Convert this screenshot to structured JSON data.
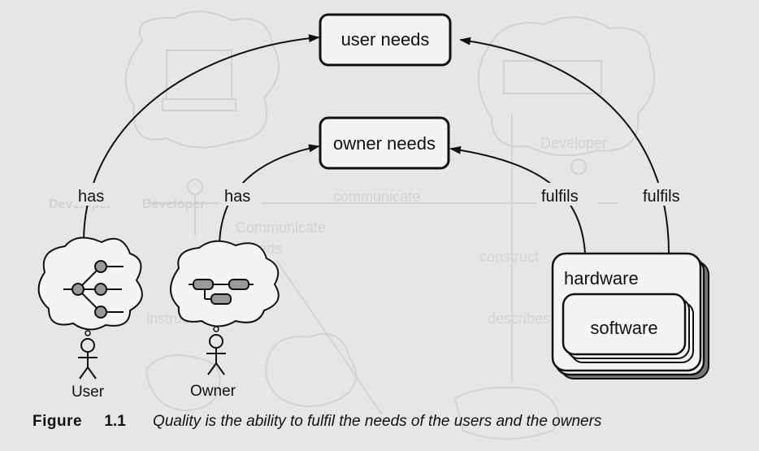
{
  "nodes": {
    "user_needs": "user needs",
    "owner_needs": "owner needs",
    "hardware": "hardware",
    "software": "software"
  },
  "edges": {
    "user_has": "has",
    "owner_has": "has",
    "hardware_fulfils_owner": "fulfils",
    "hardware_fulfils_user": "fulfils"
  },
  "actors": {
    "user": "User",
    "owner": "Owner"
  },
  "background": {
    "developer_left": "Developer",
    "communicate": "communicate",
    "communicate_needs": "Communicate",
    "needs": "Needs",
    "developer_right": "Developer",
    "construct": "construct",
    "instruct": "instruct",
    "describes": "describes"
  },
  "caption": {
    "label": "Figure",
    "number": "1.1",
    "text": "Quality is the ability to fulfil the needs of the users and the owners"
  }
}
